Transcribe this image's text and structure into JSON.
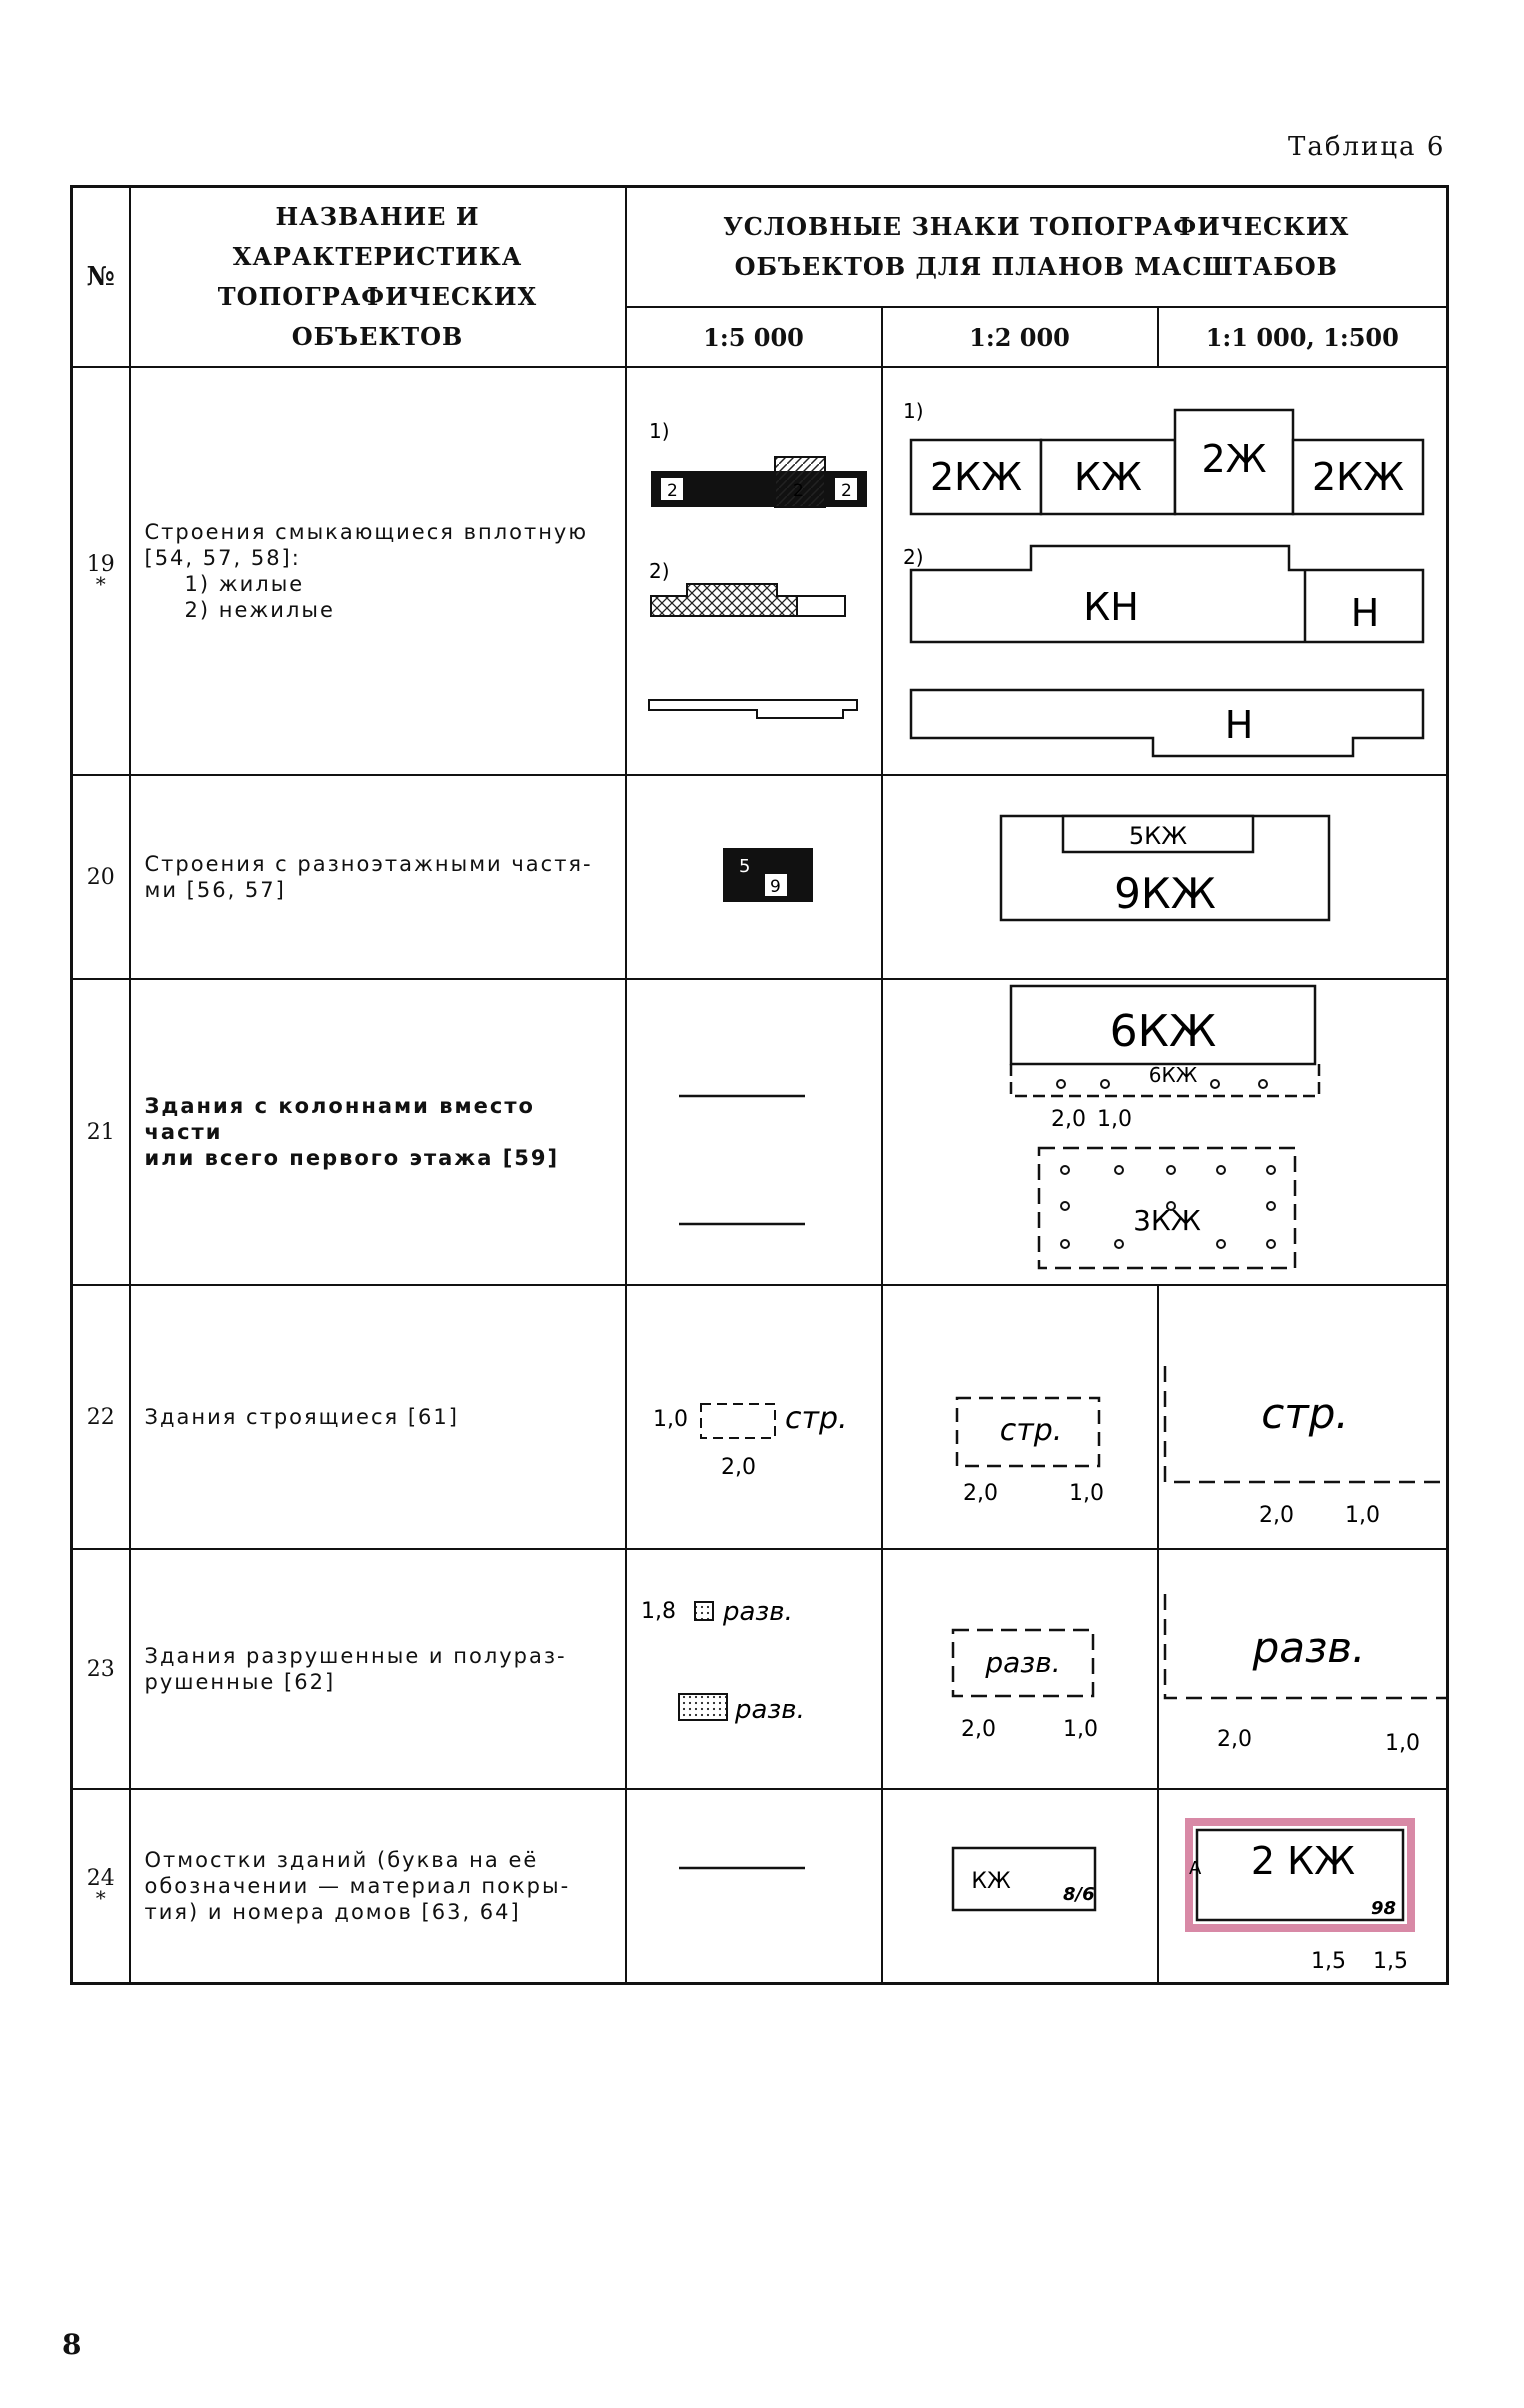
{
  "page": {
    "caption": "Таблица 6",
    "number": "8"
  },
  "header": {
    "col_num": "№",
    "col_name_line1": "НАЗВАНИЕ И ХАРАКТЕРИСТИКА",
    "col_name_line2": "ТОПОГРАФИЧЕСКИХ ОБЪЕКТОВ",
    "col_signs_line1": "УСЛОВНЫЕ ЗНАКИ ТОПОГРАФИЧЕСКИХ",
    "col_signs_line2": "ОБЪЕКТОВ ДЛЯ ПЛАНОВ МАСШТАБОВ",
    "scales": [
      "1:5 000",
      "1:2 000",
      "1:1 000, 1:500"
    ]
  },
  "rows": [
    {
      "num": "19",
      "star": "*",
      "name_lines": [
        "Строения смыкающиеся вплотную",
        "[54, 57, 58]:"
      ],
      "sub_items": [
        "1) жилые",
        "2) нежилые"
      ],
      "symbols": {
        "marker_1": "1)",
        "marker_2": "2)",
        "s5000_digits": [
          "2",
          "2",
          "2"
        ],
        "large_row1": [
          "2КЖ",
          "КЖ",
          "2Ж",
          "2КЖ"
        ],
        "large_row2": [
          "КН",
          "Н"
        ],
        "large_row3": [
          "Н"
        ]
      }
    },
    {
      "num": "20",
      "star": "",
      "name_lines": [
        "Строения с разноэтажными частя-",
        "ми [56, 57]"
      ],
      "sub_items": [],
      "symbols": {
        "s5000_digits": [
          "5",
          "9"
        ],
        "large_labels": [
          "5КЖ",
          "9КЖ"
        ]
      }
    },
    {
      "num": "21",
      "star": "",
      "name_lines": [
        "Здания с колоннами вместо части",
        "или всего первого этажа [59]"
      ],
      "sub_items": [],
      "symbols": {
        "large_labels": [
          "6КЖ",
          "6КЖ",
          "3КЖ"
        ],
        "dims": [
          "2,0",
          "1,0"
        ]
      }
    },
    {
      "num": "22",
      "star": "",
      "name_lines": [
        "Здания строящиеся [61]"
      ],
      "sub_items": [],
      "symbols": {
        "label": "стр.",
        "dims_5000": [
          "1,0",
          "2,0"
        ],
        "dims_2000": [
          "2,0",
          "1,0"
        ],
        "dims_1000": [
          "2,0",
          "1,0"
        ]
      }
    },
    {
      "num": "23",
      "star": "",
      "name_lines": [
        "Здания разрушенные и полураз-",
        "рушенные [62]"
      ],
      "sub_items": [],
      "symbols": {
        "label": "разв.",
        "dims_5000": [
          "1,8"
        ],
        "dims_2000": [
          "2,0",
          "1,0"
        ],
        "dims_1000": [
          "2,0",
          "1,0"
        ]
      }
    },
    {
      "num": "24",
      "star": "*",
      "name_lines": [
        "Отмостки зданий (буква на её",
        "обозначении — материал покры-",
        "тия) и номера домов [63, 64]"
      ],
      "sub_items": [],
      "symbols": {
        "label_2000": "КЖ",
        "house_2000": "8/6",
        "letter_a": "А",
        "label_1000": "2 КЖ",
        "house_1000": "98",
        "dims_1000": [
          "1,5",
          "1,5"
        ],
        "border_color": "#d889a6"
      }
    }
  ]
}
